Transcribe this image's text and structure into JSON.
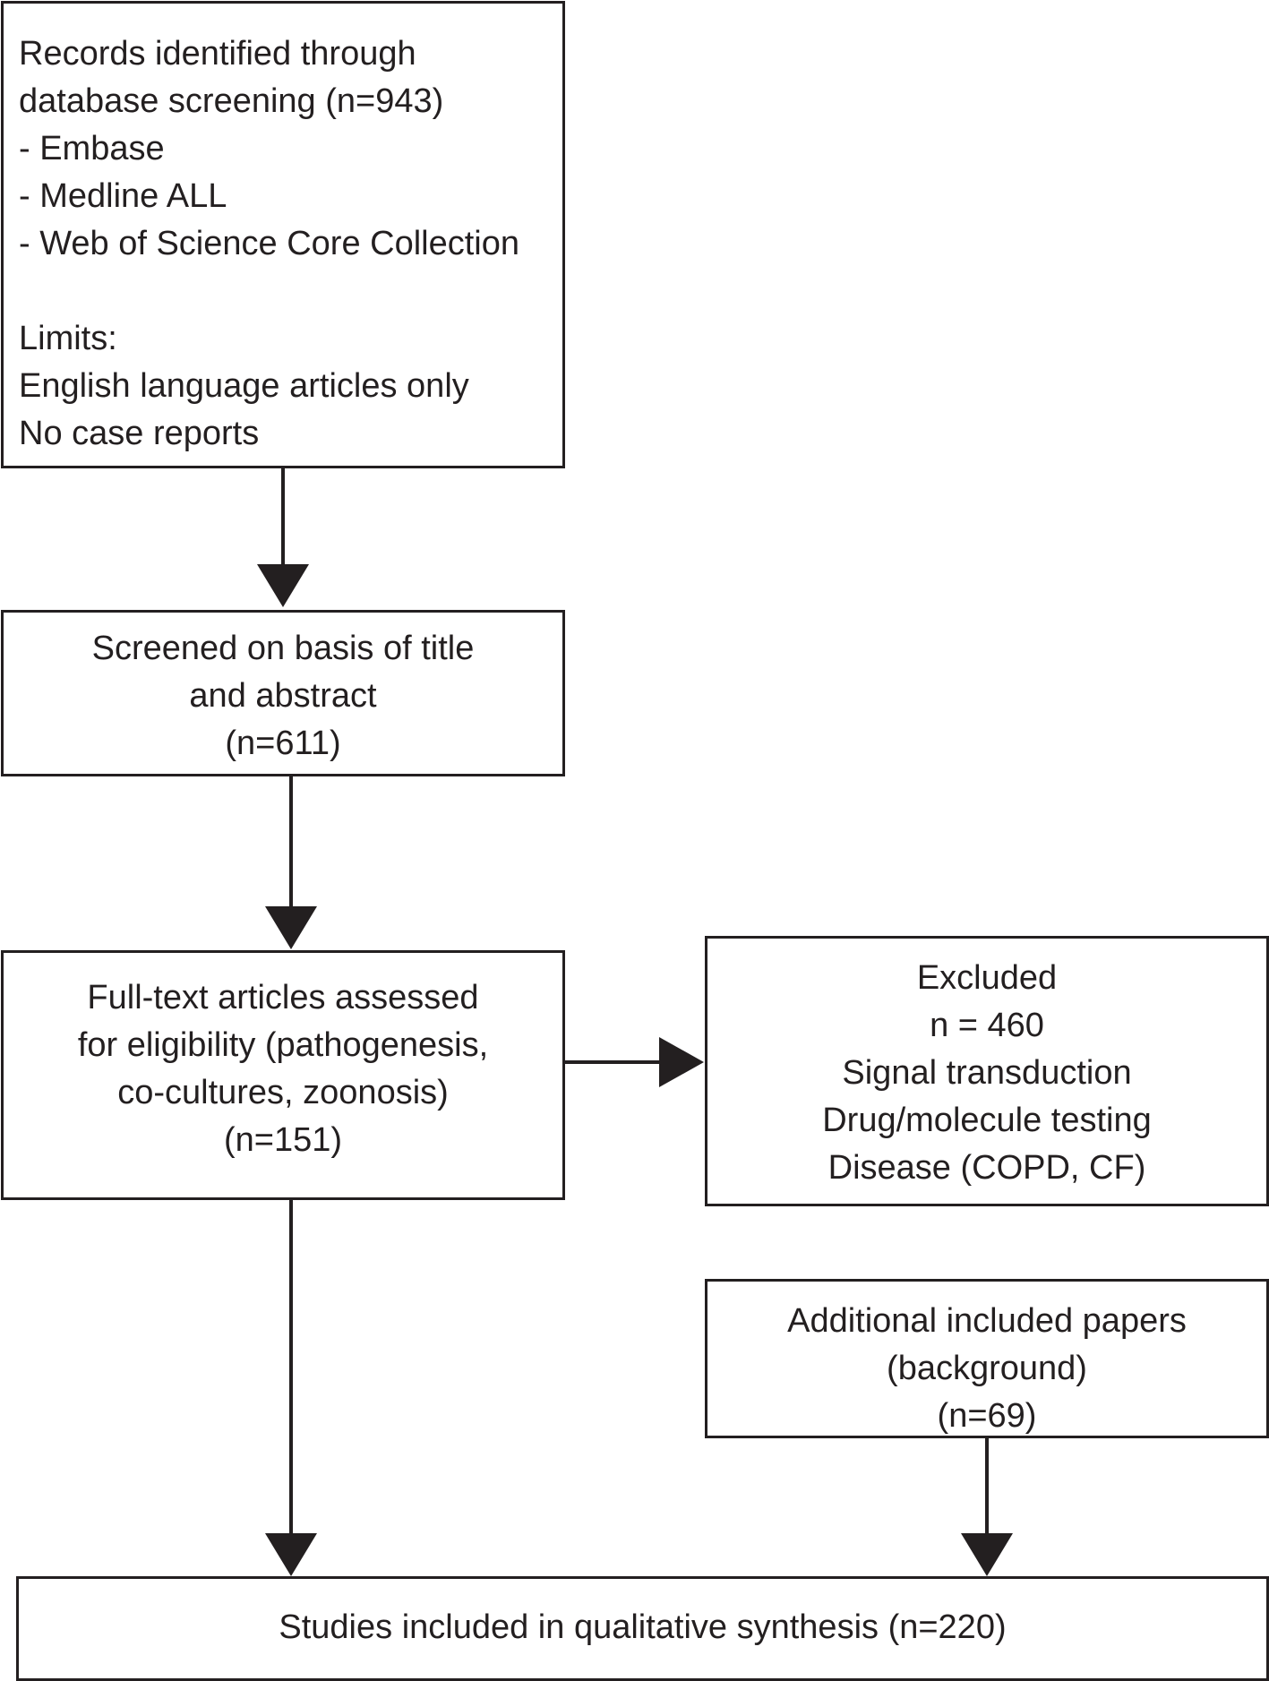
{
  "records_box": {
    "lines": [
      "Records identified through",
      "database screening (n=943)",
      "- Embase",
      "- Medline ALL",
      "- Web of Science Core Collection"
    ],
    "limits_lines": [
      "Limits:",
      "English language articles only",
      "No case reports"
    ]
  },
  "screened_box": {
    "lines": [
      "Screened on basis of title",
      "and abstract",
      "(n=611)"
    ]
  },
  "fulltext_box": {
    "lines": [
      "Full-text articles assessed",
      "for eligibility (pathogenesis,",
      "co-cultures, zoonosis)",
      "(n=151)"
    ]
  },
  "excluded_box": {
    "lines": [
      "Excluded",
      "n = 460",
      "Signal transduction",
      "Drug/molecule testing",
      "Disease (COPD, CF)"
    ]
  },
  "additional_box": {
    "lines": [
      "Additional included papers",
      "(background)",
      "(n=69)"
    ]
  },
  "included_box": {
    "lines": [
      "Studies included in qualitative synthesis (n=220)"
    ]
  }
}
